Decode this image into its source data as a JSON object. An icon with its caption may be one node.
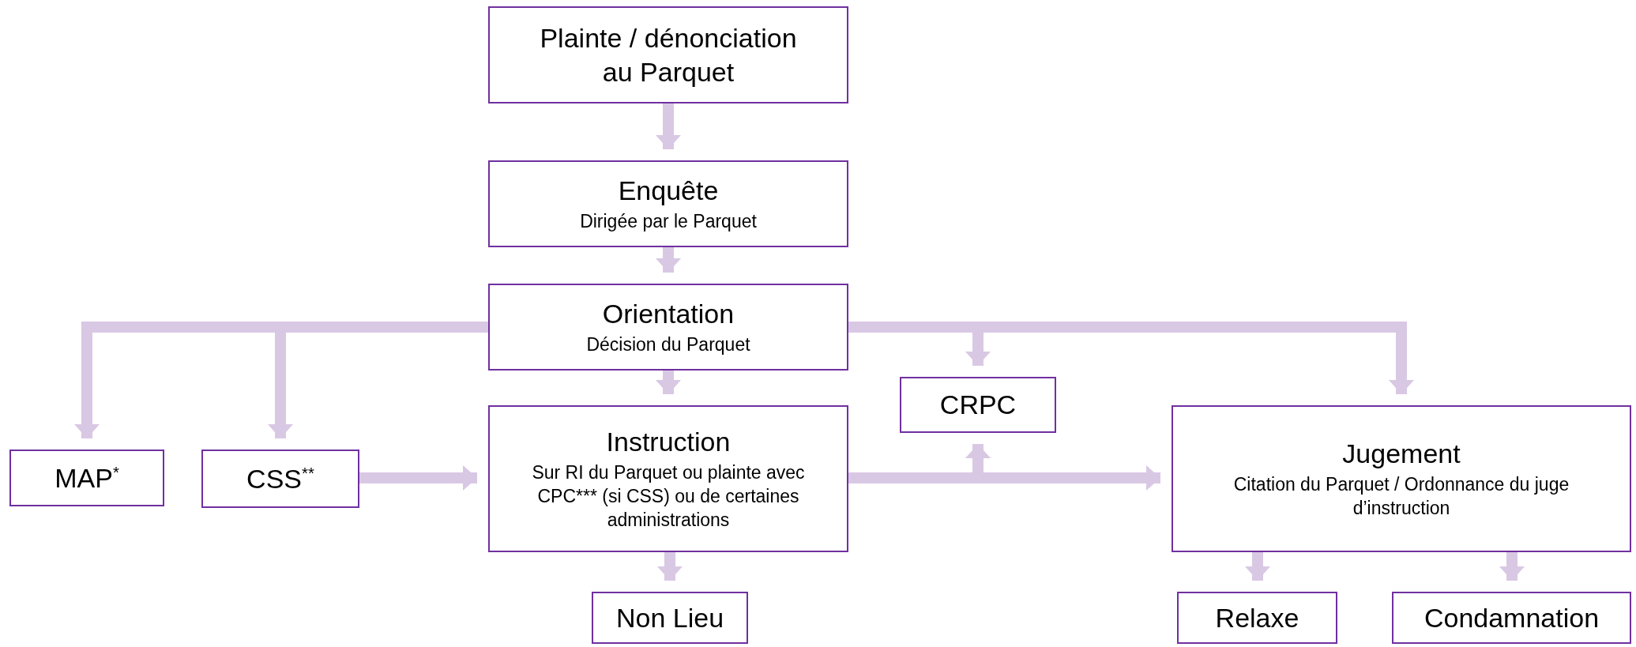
{
  "diagram": {
    "nodes": [
      {
        "text": [
          "Plainte / dénonciation au Parquet"
        ]
      },
      {
        "text": [
          "Enquête",
          "Dirigée par le Parquet"
        ]
      },
      {
        "text": [
          "Orientation",
          "Décision du Parquet"
        ]
      },
      {
        "text": [
          "MAP$^{*}$"
        ]
      },
      {
        "text": [
          "CSS$^{**}$"
        ]
      },
      {
        "text": [
          "Instruction",
          "Sur RI du Parquet ou plainte avec CPC*** (si CSS) ou de certaines administrations"
        ]
      },
      {
        "text": [
          "CRPC"
        ]
      },
      {
        "text": [
          "Jugement",
          "Citation du Parquet / Ordonnance du juge d’instruction"
        ]
      },
      {
        "text": [
          "Non Lieu"
        ]
      },
      {
        "text": [
          "Relaxe"
        ]
      },
      {
        "text": [
          "Condamnation"
        ]
      }
    ],
    "edges": [
      {
        "from": 0,
        "to": 1,
        "arrow": "to"
      },
      {
        "from": 1,
        "to": 2,
        "arrow": "to"
      },
      {
        "from": 2,
        "to": 3,
        "arrow": "to"
      },
      {
        "from": 2,
        "to": 4,
        "arrow": "to"
      },
      {
        "from": 2,
        "to": 5,
        "arrow": "to"
      },
      {
        "from": 2,
        "to": 6,
        "arrow": "to"
      },
      {
        "from": 2,
        "to": 7,
        "arrow": "to"
      },
      {
        "from": 4,
        "to": 5,
        "arrow": "to"
      },
      {
        "from": 5,
        "to": 6,
        "arrow": "to"
      },
      {
        "from": 5,
        "to": 7,
        "arrow": "to"
      },
      {
        "from": 5,
        "to": 8,
        "arrow": "to"
      },
      {
        "from": 7,
        "to": 9,
        "arrow": "to"
      },
      {
        "from": 7,
        "to": 10,
        "arrow": "to"
      }
    ]
  }
}
